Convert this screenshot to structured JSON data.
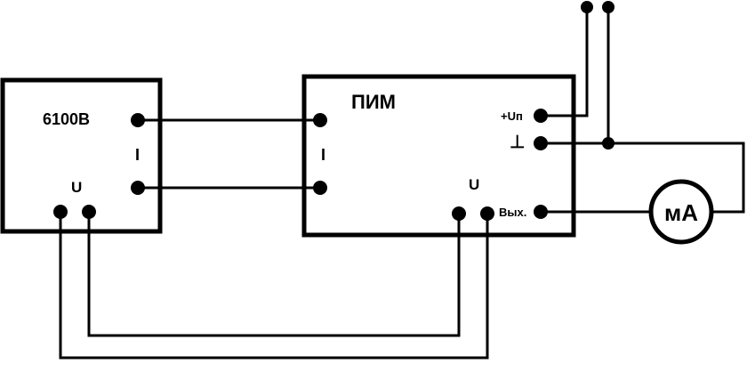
{
  "calibrator": {
    "name": "6100В",
    "current_label": "I",
    "voltage_label": "U"
  },
  "converter": {
    "name": "ПИМ",
    "current_label": "I",
    "voltage_label": "U",
    "supply_label": "+Uп",
    "ground_label": "⊥",
    "output_label": "Вых."
  },
  "meter": {
    "label": "мА"
  }
}
